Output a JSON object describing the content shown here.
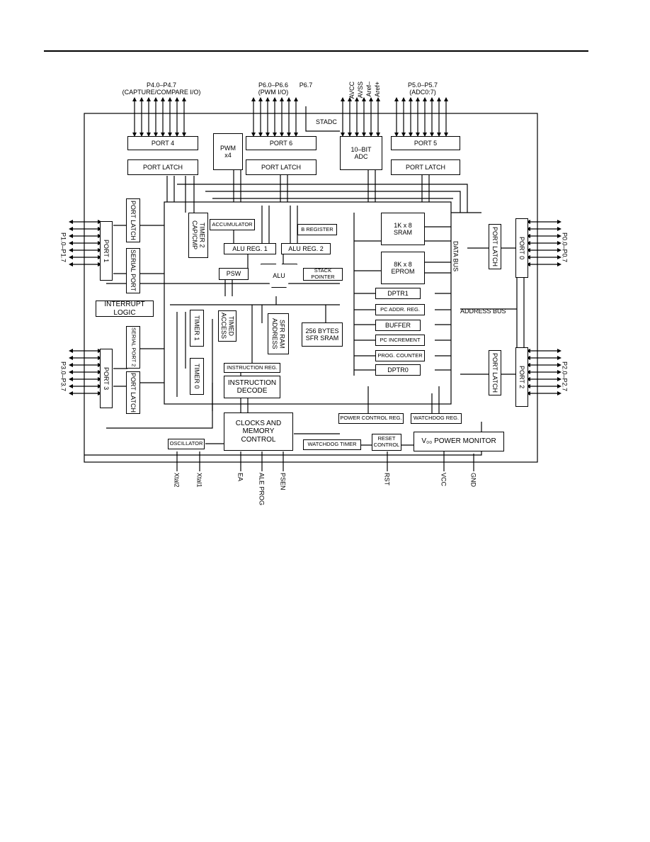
{
  "ports_top": {
    "p4": "P4.0–P4.7",
    "p4_sub": "(CAPTURE/COMPARE I/O)",
    "p6": "P6.0–P6.6",
    "p6_sub": "(PWM I/O)",
    "p67": "P6.7",
    "p5": "P5.0–P5.7",
    "p5_sub": "(ADC0:7)",
    "avcc": "AVCC",
    "avss": "AVSS",
    "aref_neg": "Aref–",
    "aref_pos": "Aref+"
  },
  "ports_side": {
    "p1": "P1.0–P1.7",
    "p3": "P3.0–P3.7",
    "p0": "P0.0–P0.7",
    "p2": "P2.0–P2.7"
  },
  "pins_bottom": {
    "xtal2": "Xtal2",
    "xtal1": "Xtal1",
    "ea": "EA",
    "ale": "ALE PROG",
    "psen": "PSEN",
    "rst": "RST",
    "vcc": "VCC",
    "gnd": "GND"
  },
  "blocks": {
    "port4": "PORT 4",
    "port4_latch": "PORT LATCH",
    "pwm": "PWM\nx4",
    "port6": "PORT 6",
    "port6_latch": "PORT LATCH",
    "adc": "10–BIT\nADC",
    "port5": "PORT 5",
    "port5_latch": "PORT LATCH",
    "stadc": "STADC",
    "port1": "PORT 1",
    "port1_latch": "PORT LATCH",
    "serial_port": "SERIAL PORT",
    "interrupt": "INTERRUPT\nLOGIC",
    "port3": "PORT 3",
    "port3_latch": "PORT LATCH",
    "serial_port2": "SERIAL PORT 2",
    "timer2": "TIMER 2\nCAP/CMP",
    "timer1": "TIMER 1",
    "timer0": "TIMER 0",
    "accumulator": "ACCUMULATOR",
    "b_register": "B REGISTER",
    "alu_reg1": "ALU REG. 1",
    "alu_reg2": "ALU REG. 2",
    "psw": "PSW",
    "alu": "ALU",
    "stack_pointer": "STACK\nPOINTER",
    "timed_access": "TIMED\nACCESS",
    "sfr_ram_address": "SFR RAM\nADDRESS",
    "sfr_sram": "256 BYTES\nSFR SRAM",
    "instruction_reg": "INSTRUCTION REG.",
    "instruction_decode": "INSTRUCTION\nDECODE",
    "sram": "1K x 8\nSRAM",
    "eprom": "8K x 8\nEPROM",
    "dptr1": "DPTR1",
    "pc_addr_reg": "PC ADDR. REG.",
    "buffer": "BUFFER",
    "pc_increment": "PC INCREMENT",
    "prog_counter": "PROG. COUNTER",
    "dptr0": "DPTR0",
    "data_bus": "DATA BUS",
    "address_bus": "ADDRESS BUS",
    "port0": "PORT 0",
    "port0_latch": "PORT LATCH",
    "port2": "PORT 2",
    "port2_latch": "PORT LATCH",
    "power_control_reg": "POWER CONTROL REG.",
    "watchdog_reg": "WATCHDOG REG.",
    "clocks": "CLOCKS AND\nMEMORY CONTROL",
    "oscillator": "OSCILLATOR",
    "watchdog_timer": "WATCHDOG TIMER",
    "reset_control": "RESET\nCONTROL",
    "power_monitor": "V₀₀ POWER MONITOR"
  }
}
